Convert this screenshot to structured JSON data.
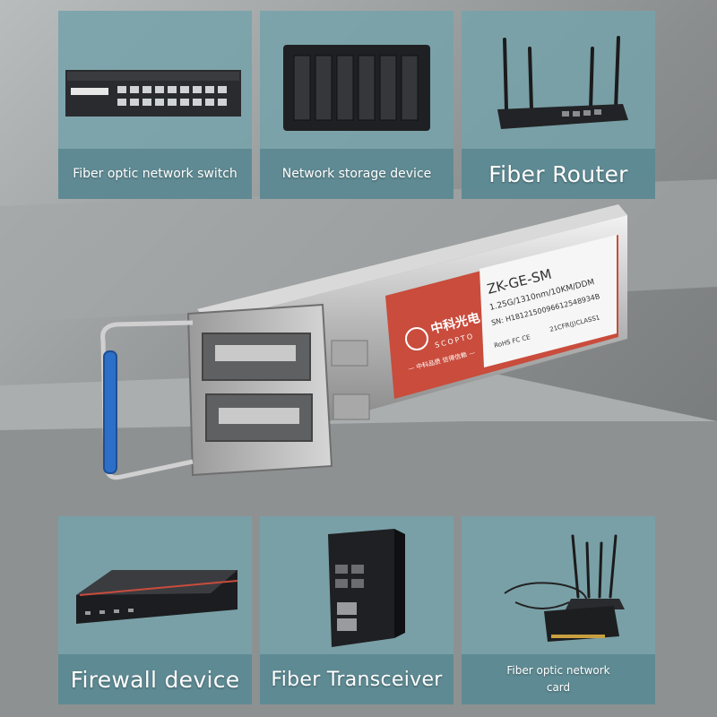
{
  "cards": [
    {
      "label": "Fiber optic network switch",
      "icon": "network-switch-icon"
    },
    {
      "label": "Network storage device",
      "icon": "nas-icon"
    },
    {
      "label": "Fiber Router",
      "icon": "router-icon"
    },
    {
      "label": "Firewall device",
      "icon": "firewall-icon"
    },
    {
      "label": "Fiber Transceiver",
      "icon": "transceiver-icon"
    },
    {
      "label": "Fiber optic network\ncard",
      "icon": "network-card-icon"
    }
  ],
  "module": {
    "brand_cn": "中科光电",
    "brand_en": "SCOPTO",
    "slogan": "— 中科品质 信得信赖 —",
    "model": "ZK-GE-SM",
    "spec": "1.25G/1310nm/10KM/DDM",
    "serial": "SN: H1812150096612548934B",
    "compliance": "21CFR(J)CLASS1",
    "marks": "RoHS FC CE"
  },
  "colors": {
    "card": "#76a2aa",
    "label_red": "#c94c3c",
    "wall": "#8a8d8e"
  }
}
